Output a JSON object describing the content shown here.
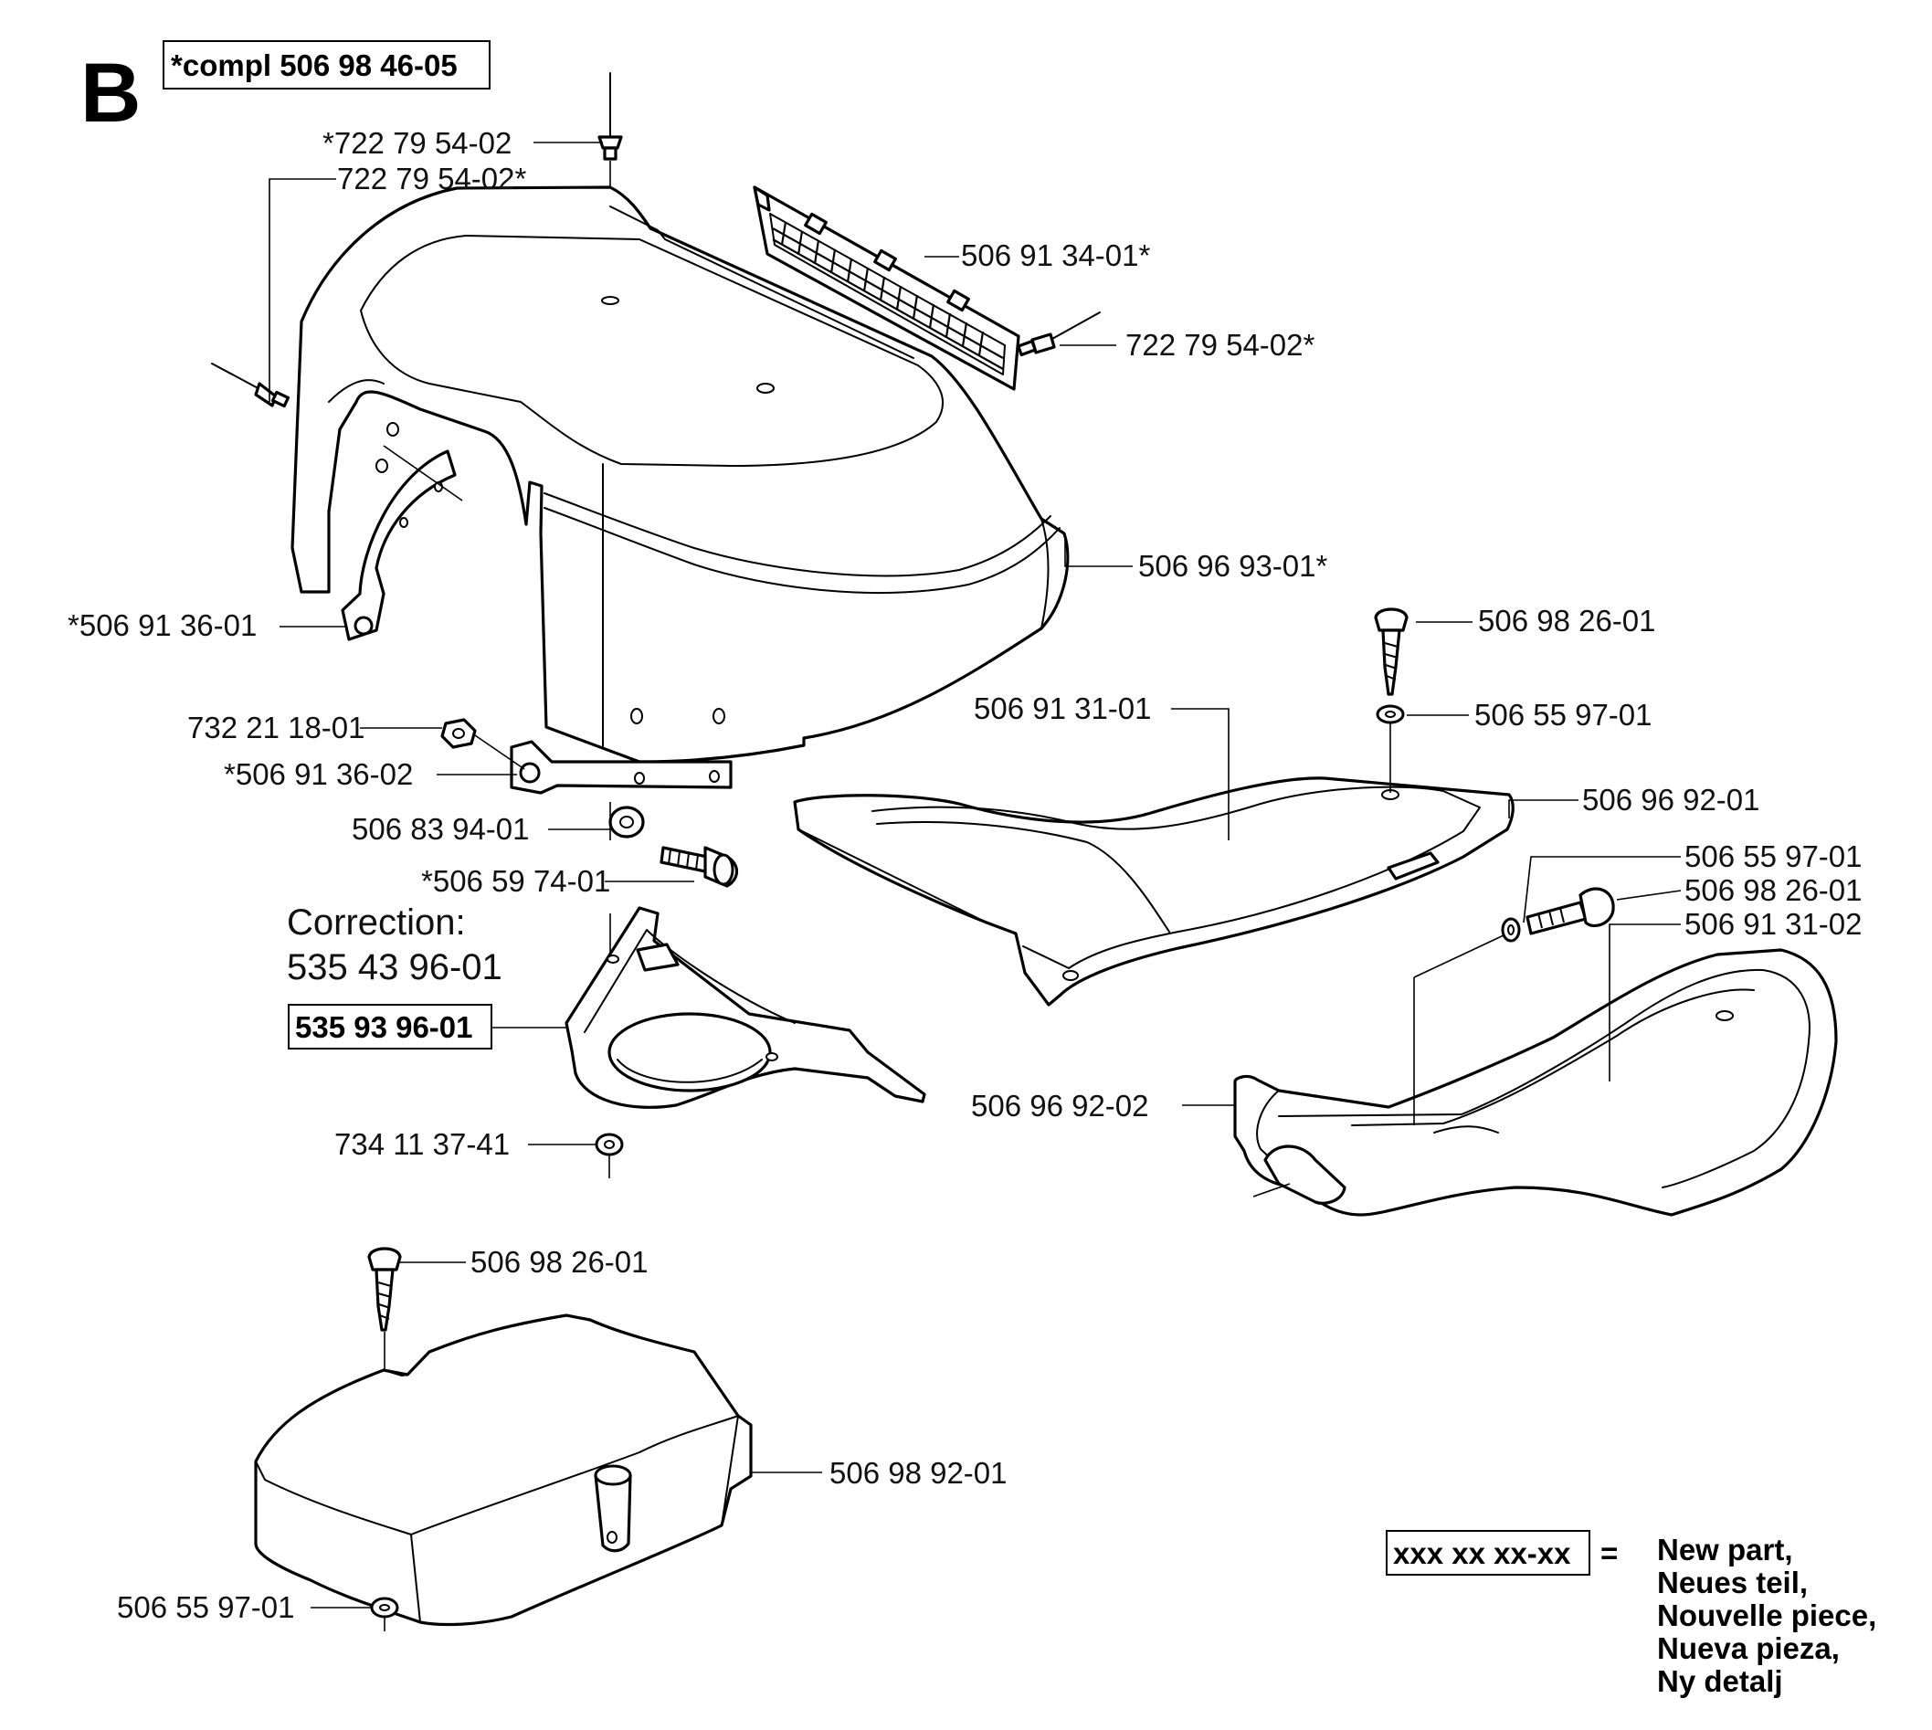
{
  "section_letter": "B",
  "assembly_label": "*compl 506 98 46-05",
  "correction_heading": "Correction:",
  "correction_old": "535 43 96-01",
  "correction_new": "535 93 96-01",
  "parts": [
    {
      "id": "p01",
      "text": "*722 79 54-02"
    },
    {
      "id": "p02",
      "text": "722 79 54-02*"
    },
    {
      "id": "p03",
      "text": "506 91 34-01*"
    },
    {
      "id": "p04",
      "text": "722 79 54-02*"
    },
    {
      "id": "p05",
      "text": "506 96 93-01*"
    },
    {
      "id": "p06",
      "text": "*506 91 36-01"
    },
    {
      "id": "p07",
      "text": "506 98 26-01"
    },
    {
      "id": "p08",
      "text": "506 55 97-01"
    },
    {
      "id": "p09",
      "text": "732 21 18-01"
    },
    {
      "id": "p10",
      "text": "506 91 31-01"
    },
    {
      "id": "p11",
      "text": "*506 91 36-02"
    },
    {
      "id": "p12",
      "text": "506 96 92-01"
    },
    {
      "id": "p13",
      "text": "506 83 94-01"
    },
    {
      "id": "p14",
      "text": "506 55 97-01"
    },
    {
      "id": "p15",
      "text": "*506 59 74-01"
    },
    {
      "id": "p16",
      "text": "506 98 26-01"
    },
    {
      "id": "p17",
      "text": "506 91 31-02"
    },
    {
      "id": "p18",
      "text": "506 96 92-02"
    },
    {
      "id": "p19",
      "text": "734 11 37-41"
    },
    {
      "id": "p20",
      "text": "506 98 26-01"
    },
    {
      "id": "p21",
      "text": "506 98 92-01"
    },
    {
      "id": "p22",
      "text": "506 55 97-01"
    }
  ],
  "legend": {
    "code": "xxx xx xx-xx",
    "equals": "=",
    "lines": [
      "New part,",
      "Neues teil,",
      "Nouvelle piece,",
      "Nueva pieza,",
      "Ny detalj"
    ]
  }
}
